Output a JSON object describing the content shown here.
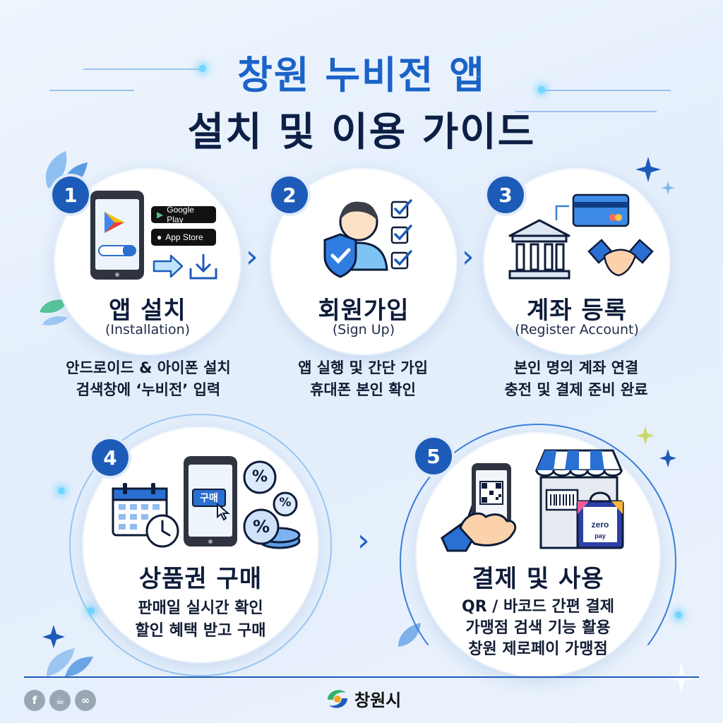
{
  "header": {
    "title_line1": "창원 누비전 앱",
    "title_line2": "설치 및 이용 가이드"
  },
  "steps": [
    {
      "number": "1",
      "title": "앱 설치",
      "subtitle": "(Installation)",
      "desc1": "안드로이드 & 아이폰 설치",
      "desc2": "검색창에 ‘누비전’ 입력",
      "store1": "Google Play",
      "store2": "App Store"
    },
    {
      "number": "2",
      "title": "회원가입",
      "subtitle": "(Sign Up)",
      "desc1": "앱 실행 및 간단 가입",
      "desc2": "휴대폰 본인 확인"
    },
    {
      "number": "3",
      "title": "계좌 등록",
      "subtitle": "(Register Account)",
      "desc1": "본인 명의 계좌 연결",
      "desc2": "충전 및 결제 준비 완료"
    },
    {
      "number": "4",
      "title": "상품권 구매",
      "desc1": "판매일 실시간 확인",
      "desc2": "할인 혜택 받고 구매",
      "button_label": "구매",
      "percent_symbol": "%"
    },
    {
      "number": "5",
      "title": "결제 및 사용",
      "desc1": "QR / 바코드 간편 결제",
      "desc2": "가맹점 검색 기능 활용",
      "desc3": "창원 제로페이 가맹점",
      "bag_text1": "zero",
      "bag_text2": "pay"
    }
  ],
  "icons": {
    "next_arrow": "›",
    "check": "✓"
  },
  "footer": {
    "city_name": "창원시",
    "social": [
      "f",
      "☕",
      "∞"
    ]
  },
  "colors": {
    "primary": "#1d5bb9",
    "title_blue": "#1a63c7",
    "dark_navy": "#0d1f44",
    "accent_cyan": "#6fd6ff"
  }
}
